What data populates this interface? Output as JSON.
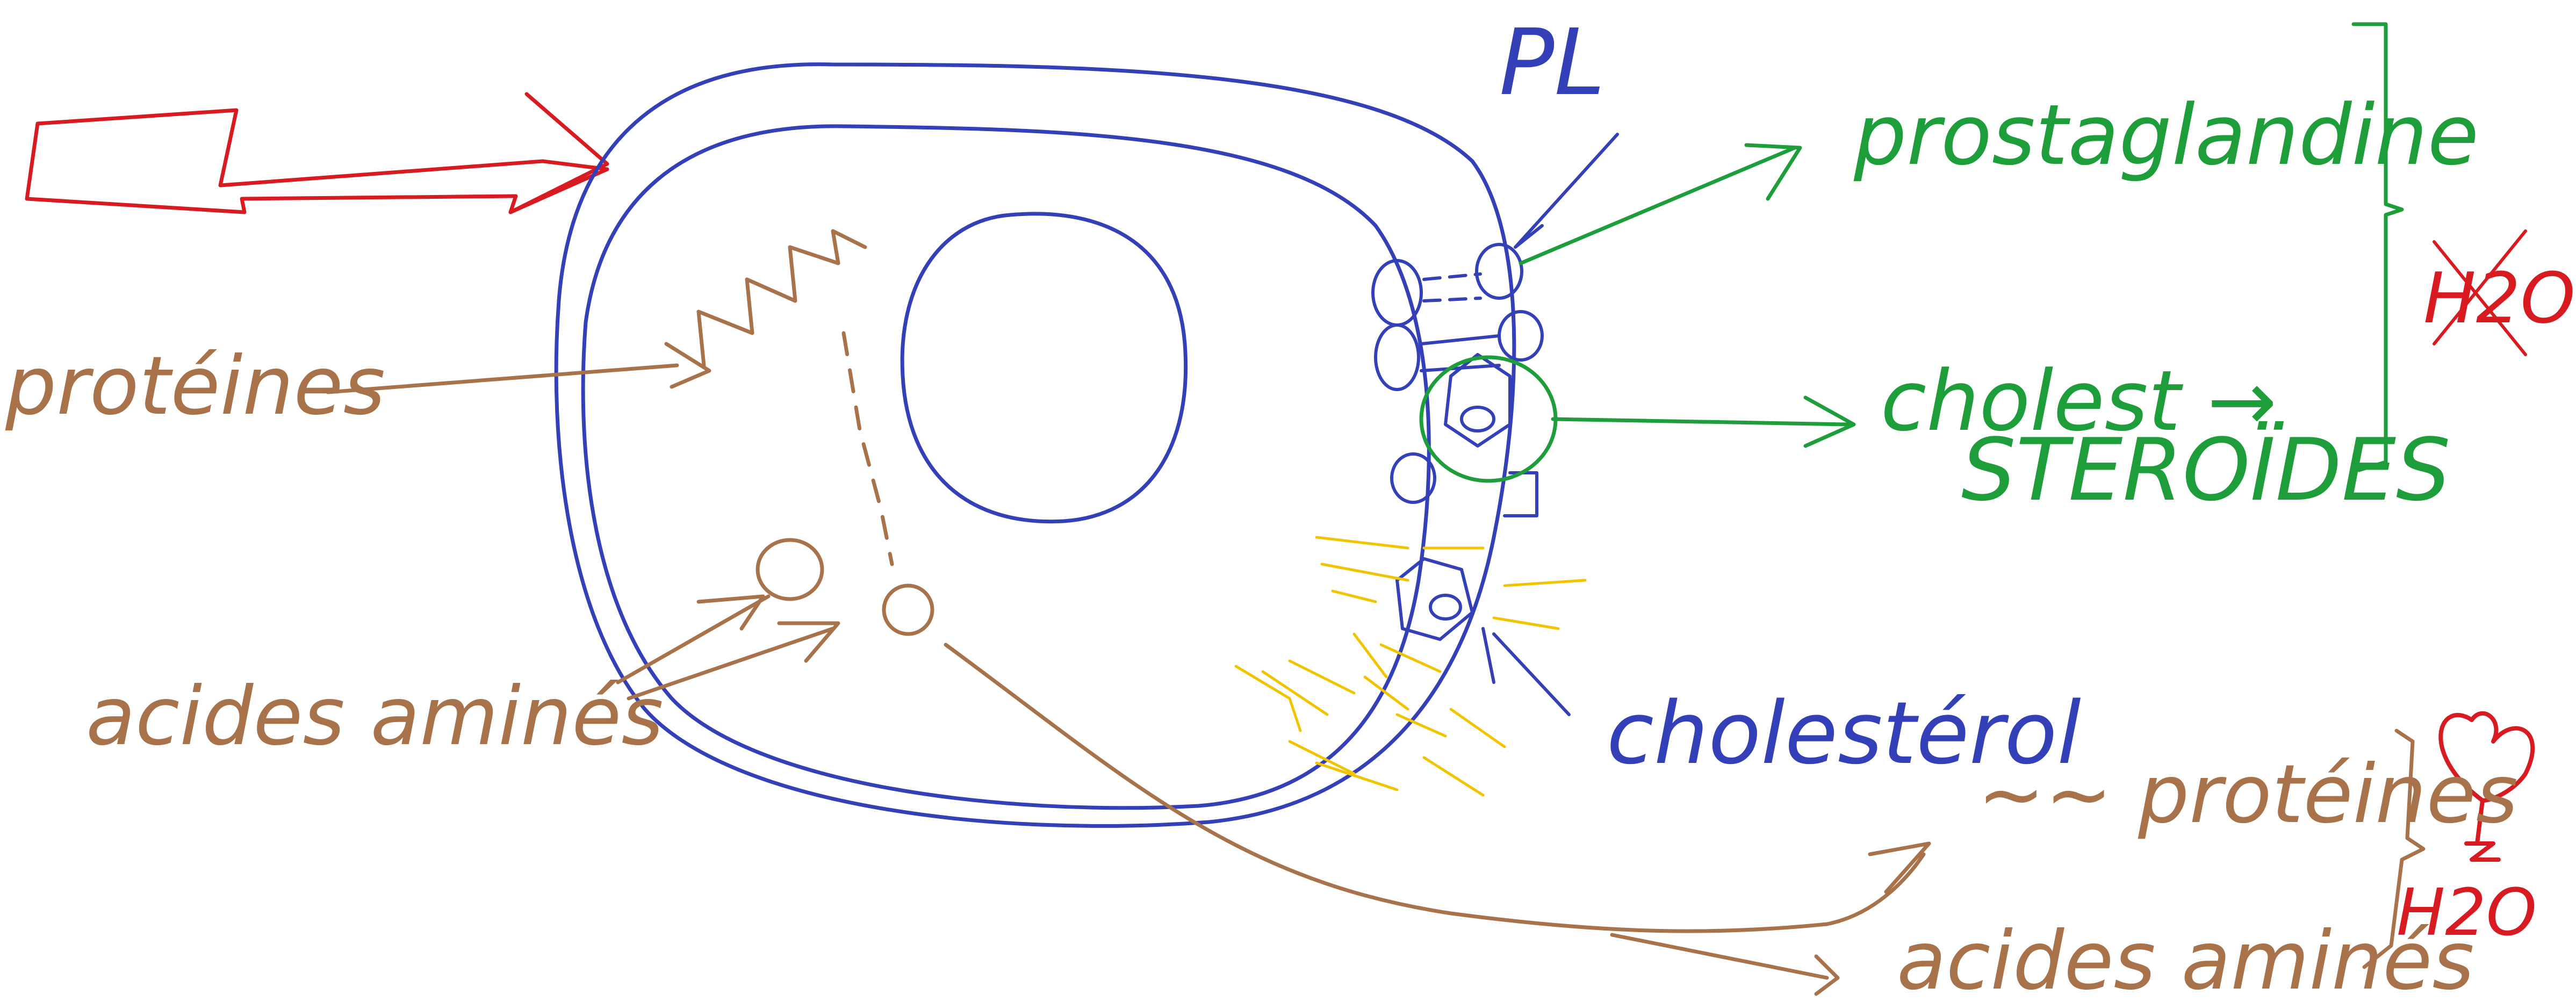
{
  "colors": {
    "background": "#ffffff",
    "cell_blue": "#3340b8",
    "output_green": "#1e9e3a",
    "input_brown": "#a8734a",
    "alert_red": "#d81b20",
    "heat_yellow": "#f2c400"
  },
  "labels": {
    "pl": "PL",
    "prostaglandine": "prostaglandine",
    "cholest": "cholest →",
    "steroides": "STEROÏDES",
    "proteines_in": "protéines",
    "acides_amines_in": "acides aminés",
    "cholesterol": "cholestérol",
    "proteines_out": "~~ protéines",
    "acides_amines_out": "acides aminés",
    "h2o_crossed": "H2O",
    "h2o_bottom": "H2O"
  },
  "icons": {
    "stimulus": "lightning-bolt",
    "heart": "heart-icon"
  }
}
